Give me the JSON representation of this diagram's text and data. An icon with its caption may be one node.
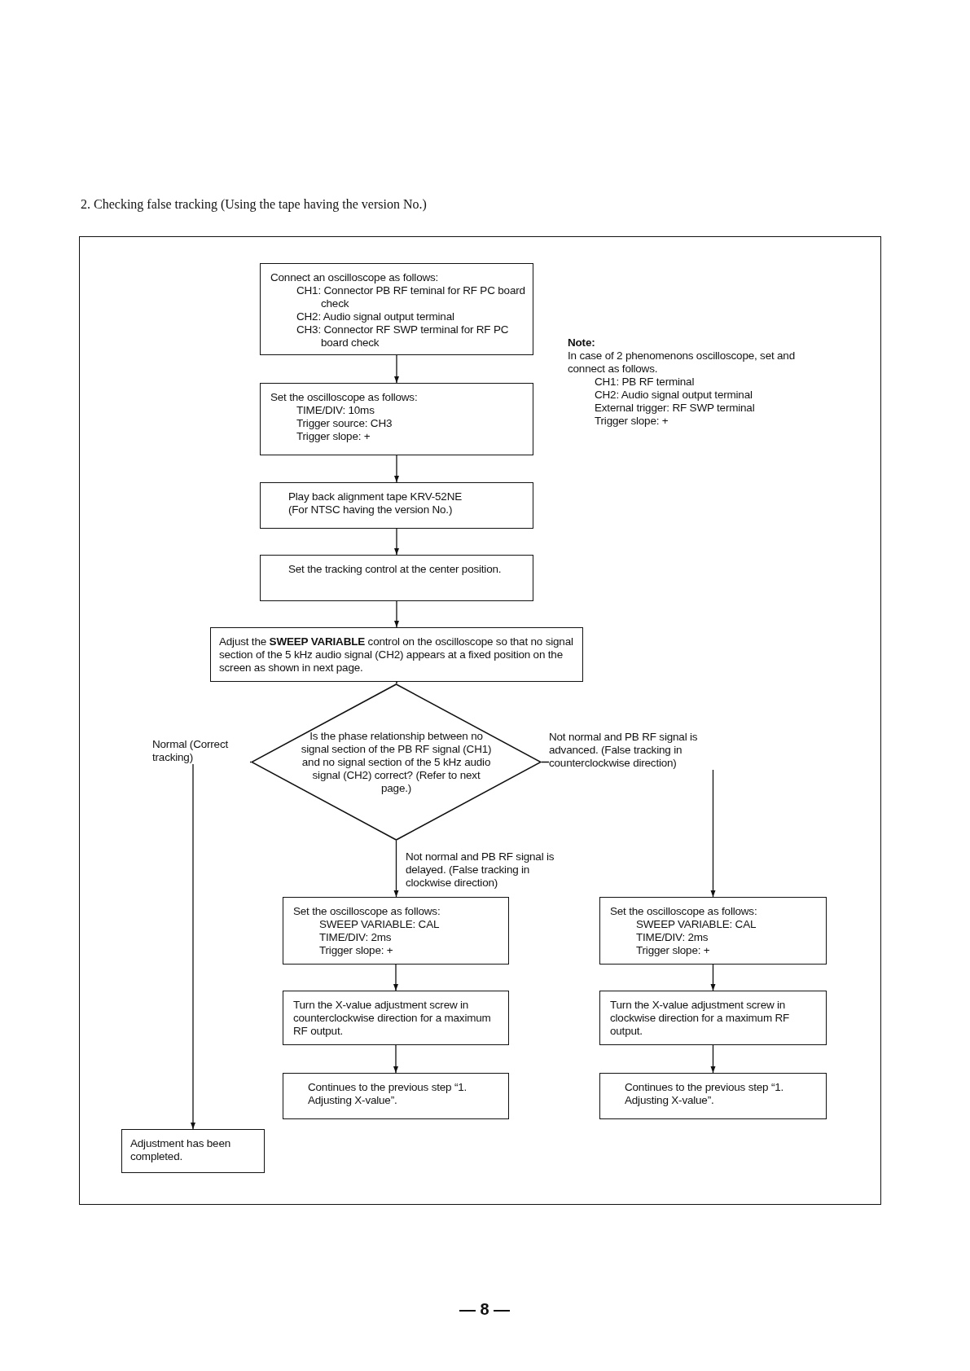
{
  "diagram": {
    "title": "2. Checking false tracking (Using the tape having the version No.)",
    "nodes": [
      {
        "text": [
          "Connect an oscilloscope as follows:",
          "CH1: Connector PB RF teminal for RF PC board check",
          "CH2: Audio signal output terminal",
          "CH3: Connector RF SWP terminal for RF PC board check"
        ]
      },
      {
        "text": [
          "Set the oscilloscope as follows:",
          "TIME/DIV: 10ms",
          "Trigger source: CH3",
          "Trigger slope: +"
        ]
      },
      {
        "text": [
          "Play back alignment tape KRV-52NE",
          "(For NTSC having the version No.)"
        ]
      },
      {
        "text": [
          "Set the tracking control at the center position."
        ]
      },
      {
        "text": [
          "Adjust the **SWEEP VARIABLE** control on the oscilloscope so that no signal section of the 5 kHz audio signal (CH2) appears at a fixed position on the screen as shown in next page."
        ]
      },
      {
        "text": [
          "Is the phase relationship between no signal section of the PB RF signal (CH1) and no signal section of the 5 kHz audio signal (CH2) correct? (Refer to next page.)"
        ]
      },
      {
        "text": [
          "Set the oscilloscope as follows:",
          "SWEEP VARIABLE: CAL",
          "TIME/DIV: 2ms",
          "Trigger slope: +"
        ]
      },
      {
        "text": [
          "Turn the X-value adjustment screw in counterclockwise direction for a maximum RF output."
        ]
      },
      {
        "text": [
          "Continues to the previous step “1. Adjusting X-value”."
        ]
      },
      {
        "text": [
          "Set the oscilloscope as follows:",
          "SWEEP VARIABLE: CAL",
          "TIME/DIV: 2ms",
          "Trigger slope: +"
        ]
      },
      {
        "text": [
          "Turn the X-value adjustment screw in clockwise direction for a maximum RF output."
        ]
      },
      {
        "text": [
          "Continues to the previous step “1. Adjusting X-value”."
        ]
      },
      {
        "text": [
          "Adjustment has been completed."
        ]
      }
    ],
    "edges": [
      {
        "from": 0,
        "to": 1,
        "arrow": "to"
      },
      {
        "from": 1,
        "to": 2,
        "arrow": "to"
      },
      {
        "from": 2,
        "to": 3,
        "arrow": "to"
      },
      {
        "from": 3,
        "to": 4,
        "arrow": "to"
      },
      {
        "from": 4,
        "to": 5,
        "arrow": "to"
      },
      {
        "from": 5,
        "to": 12,
        "arrow": "to",
        "label": "Normal (Correct tracking)"
      },
      {
        "from": 5,
        "to": 6,
        "arrow": "to",
        "label": "Not normal and PB RF signal is delayed. (False tracking in clockwise direction)"
      },
      {
        "from": 5,
        "to": 9,
        "arrow": "to",
        "label": "Not normal and PB RF signal is advanced. (False tracking in counterclockwise direction)"
      },
      {
        "from": 6,
        "to": 7,
        "arrow": "to"
      },
      {
        "from": 7,
        "to": 8,
        "arrow": "to"
      },
      {
        "from": 9,
        "to": 10,
        "arrow": "to"
      },
      {
        "from": 10,
        "to": 11,
        "arrow": "to"
      }
    ],
    "labels": [
      "Note:",
      "In case of 2 phenomenons oscilloscope, set and connect as follows.",
      "CH1: PB RF terminal",
      "CH2: Audio signal output terminal",
      "External trigger: RF SWP terminal",
      "Trigger slope: +",
      "— 8 —"
    ]
  }
}
